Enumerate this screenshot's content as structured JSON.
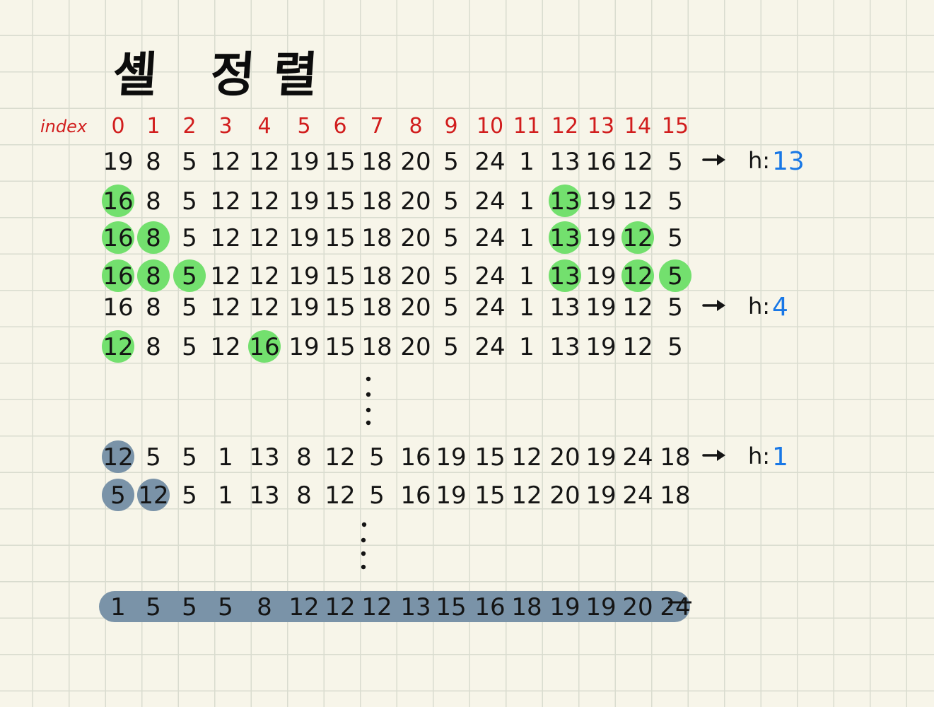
{
  "title": "셸 정렬",
  "index_label": "index",
  "indices": [
    "0",
    "1",
    "2",
    "3",
    "4",
    "5",
    "6",
    "7",
    "8",
    "9",
    "10",
    "11",
    "12",
    "13",
    "14",
    "15"
  ],
  "rows": [
    {
      "values": [
        "19",
        "8",
        "5",
        "12",
        "12",
        "19",
        "15",
        "18",
        "20",
        "5",
        "24",
        "1",
        "13",
        "16",
        "12",
        "5"
      ],
      "marks": [],
      "mark_color": "#73e06e",
      "gap_label": "h:",
      "gap_value": "13"
    },
    {
      "values": [
        "16",
        "8",
        "5",
        "12",
        "12",
        "19",
        "15",
        "18",
        "20",
        "5",
        "24",
        "1",
        "13",
        "19",
        "12",
        "5"
      ],
      "marks": [
        0,
        12
      ],
      "mark_color": "#73e06e"
    },
    {
      "values": [
        "16",
        "8",
        "5",
        "12",
        "12",
        "19",
        "15",
        "18",
        "20",
        "5",
        "24",
        "1",
        "13",
        "19",
        "12",
        "5"
      ],
      "marks": [
        0,
        1,
        12,
        14
      ],
      "mark_color": "#73e06e"
    },
    {
      "values": [
        "16",
        "8",
        "5",
        "12",
        "12",
        "19",
        "15",
        "18",
        "20",
        "5",
        "24",
        "1",
        "13",
        "19",
        "12",
        "5"
      ],
      "marks": [
        0,
        1,
        2,
        12,
        14,
        15
      ],
      "mark_color": "#73e06e"
    },
    {
      "values": [
        "16",
        "8",
        "5",
        "12",
        "12",
        "19",
        "15",
        "18",
        "20",
        "5",
        "24",
        "1",
        "13",
        "19",
        "12",
        "5"
      ],
      "marks": [],
      "mark_color": "#73e06e",
      "gap_label": "h:",
      "gap_value": "4"
    },
    {
      "values": [
        "12",
        "8",
        "5",
        "12",
        "16",
        "19",
        "15",
        "18",
        "20",
        "5",
        "24",
        "1",
        "13",
        "19",
        "12",
        "5"
      ],
      "marks": [
        0,
        4
      ],
      "mark_color": "#73e06e"
    },
    {
      "values": [
        "12",
        "5",
        "5",
        "1",
        "13",
        "8",
        "12",
        "5",
        "16",
        "19",
        "15",
        "12",
        "20",
        "19",
        "24",
        "18"
      ],
      "marks": [
        0
      ],
      "mark_color": "#7a93a8",
      "gap_label": "h:",
      "gap_value": "1"
    },
    {
      "values": [
        "5",
        "12",
        "5",
        "1",
        "13",
        "8",
        "12",
        "5",
        "16",
        "19",
        "15",
        "12",
        "20",
        "19",
        "24",
        "18"
      ],
      "marks": [
        0,
        1
      ],
      "mark_color": "#7a93a8"
    },
    {
      "values": [
        "1",
        "5",
        "5",
        "5",
        "8",
        "12",
        "12",
        "12",
        "13",
        "15",
        "16",
        "18",
        "19",
        "19",
        "20",
        "24"
      ],
      "marks": "all",
      "mark_color": "#7a93a8"
    }
  ],
  "colors": {
    "index_red": "#d11d1d",
    "gap_blue": "#1877e6",
    "green_mark": "#73e06e",
    "slate_mark": "#7a93a8",
    "ink": "#141414"
  }
}
